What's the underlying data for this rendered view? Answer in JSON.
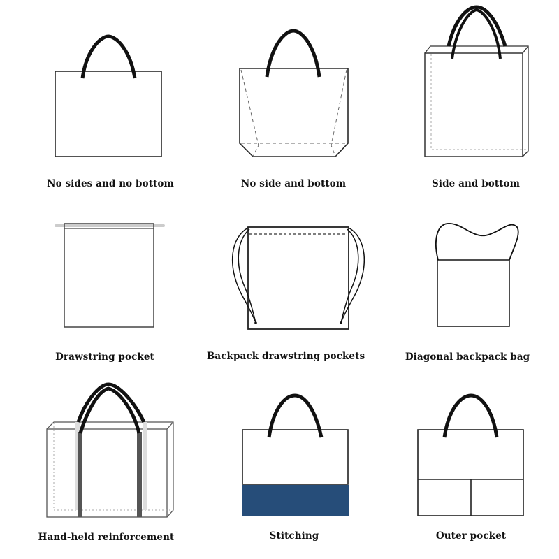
{
  "page": {
    "background": "#ffffff",
    "stroke_color": "#1a1a1a",
    "accent_color": "#264d79"
  },
  "bag_types": [
    {
      "label": "No sides and no bottom",
      "icon": "flat-tote-bag-icon"
    },
    {
      "label": "No side and bottom",
      "icon": "tote-bag-with-gusset-icon"
    },
    {
      "label": "Side and bottom",
      "icon": "box-tote-bag-icon"
    },
    {
      "label": "Drawstring pocket",
      "icon": "drawstring-pouch-icon"
    },
    {
      "label": "Backpack drawstring pockets",
      "icon": "drawstring-backpack-icon"
    },
    {
      "label": "Diagonal backpack bag",
      "icon": "crossbody-bag-icon"
    },
    {
      "label": "Hand-held reinforcement",
      "icon": "reinforced-handle-bag-icon"
    },
    {
      "label": "Stitching",
      "icon": "two-tone-stitched-bag-icon"
    },
    {
      "label": "Outer pocket",
      "icon": "outer-pocket-bag-icon"
    }
  ]
}
